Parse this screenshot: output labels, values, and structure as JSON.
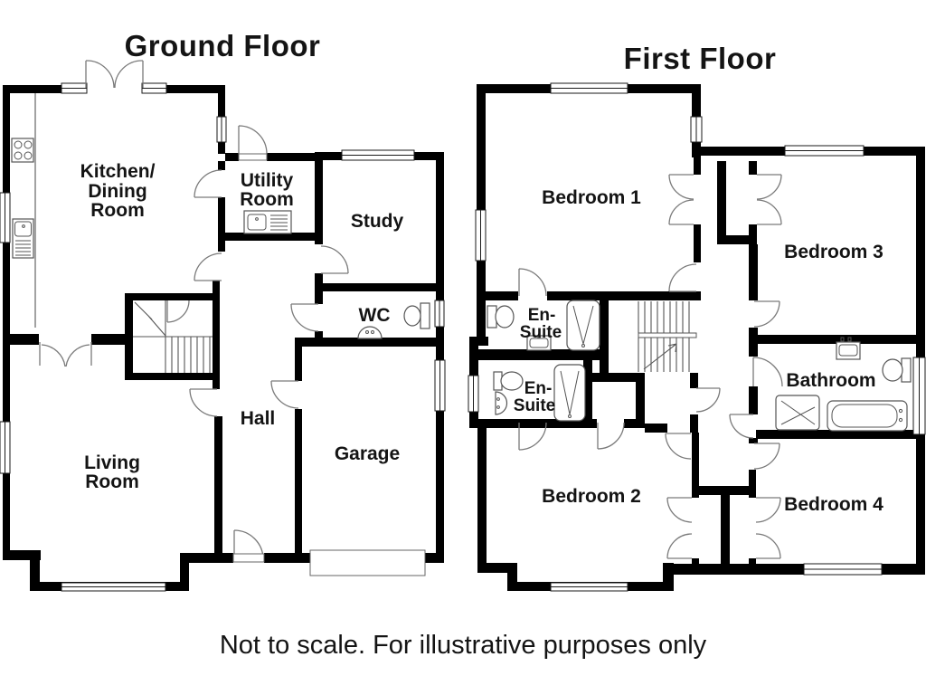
{
  "meta": {
    "background_color": "#ffffff",
    "wall_color": "#000000",
    "detail_line_color": "#555555",
    "door_arc_color": "#7a7a7a"
  },
  "floors": {
    "ground": {
      "title": "Ground Floor",
      "rooms": {
        "kitchen_dining": {
          "lines": [
            "Kitchen/",
            "Dining",
            "Room"
          ]
        },
        "utility": {
          "lines": [
            "Utility",
            "Room"
          ]
        },
        "study": {
          "lines": [
            "Study"
          ]
        },
        "wc": {
          "lines": [
            "WC"
          ]
        },
        "hall": {
          "lines": [
            "Hall"
          ]
        },
        "living": {
          "lines": [
            "Living",
            "Room"
          ]
        },
        "garage": {
          "lines": [
            "Garage"
          ]
        }
      }
    },
    "first": {
      "title": "First Floor",
      "rooms": {
        "bedroom1": {
          "lines": [
            "Bedroom 1"
          ]
        },
        "bedroom3": {
          "lines": [
            "Bedroom 3"
          ]
        },
        "ensuite1": {
          "lines": [
            "En-",
            "Suite"
          ]
        },
        "ensuite2": {
          "lines": [
            "En-",
            "Suite"
          ]
        },
        "bathroom": {
          "lines": [
            "Bathroom"
          ]
        },
        "bedroom2": {
          "lines": [
            "Bedroom 2"
          ]
        },
        "bedroom4": {
          "lines": [
            "Bedroom 4"
          ]
        }
      }
    }
  },
  "footer": {
    "note": "Not to scale. For illustrative purposes only"
  },
  "icons": [
    "window-icon",
    "door-arc-icon",
    "french-doors-icon",
    "stairs-icon",
    "stairs-up-arrow-icon",
    "hob-icon",
    "kitchen-sink-icon",
    "utility-sink-icon",
    "toilet-icon",
    "washbasin-icon",
    "shower-icon",
    "bathtub-icon",
    "garage-door-icon",
    "door-threshold-icon",
    "wardrobe-doors-icon",
    "under-stairs-cupboard-icon"
  ]
}
